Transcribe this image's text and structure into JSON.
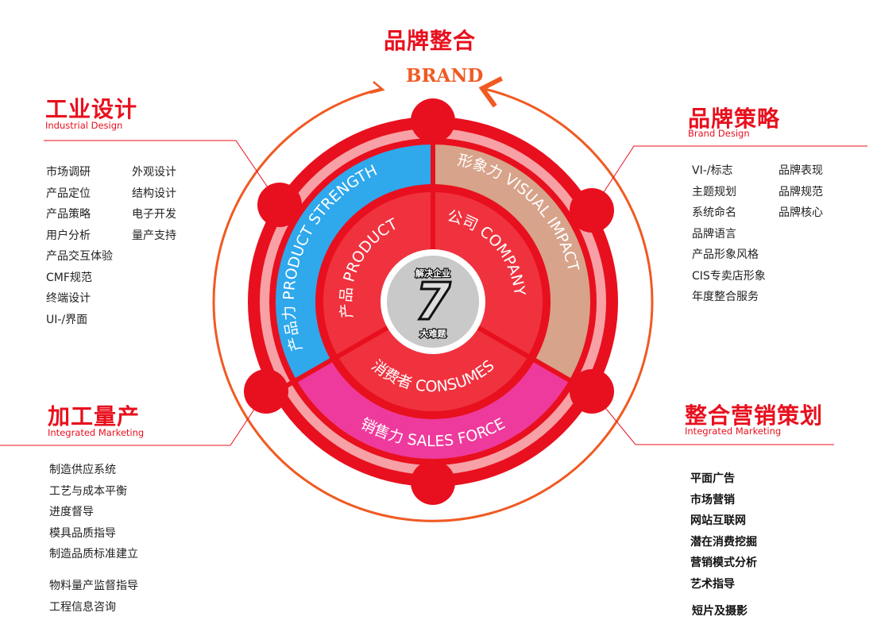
{
  "top": {
    "title": "品牌整合",
    "brand": "BRAND"
  },
  "industrial": {
    "title": "工业设计",
    "subtitle": "Industrial Design",
    "col1": [
      "市场调研",
      "产品定位",
      "产品策略",
      "用户分析",
      "产品交互体验",
      "CMF规范",
      "终端设计",
      "UI-/界面"
    ],
    "col2": [
      "外观设计",
      "结构设计",
      "电子开发",
      "量产支持"
    ]
  },
  "brand_strategy": {
    "title": "品牌策略",
    "subtitle": "Brand Design",
    "col1": [
      "VI-/标志",
      "主题规划",
      "系统命名",
      "品牌语言",
      "产品形象风格",
      "CIS专卖店形象",
      "年度整合服务"
    ],
    "col2": [
      "品牌表现",
      "品牌规范",
      "品牌核心"
    ]
  },
  "production": {
    "title": "加工量产",
    "subtitle": "Integrated Marketing",
    "items": [
      "制造供应系统",
      "工艺与成本平衡",
      "进度督导",
      "模具品质指导",
      "制造品质标准建立"
    ],
    "items2": [
      "物料量产监督指导",
      "工程信息咨询"
    ]
  },
  "marketing": {
    "title": "整合营销策划",
    "subtitle": "Integrated Marketing",
    "items": [
      "平面广告",
      "市场营销",
      "网站互联网",
      "潜在消费挖掘",
      "营销模式分析",
      "艺术指导"
    ],
    "items2": [
      "短片及摄影"
    ]
  },
  "wheel": {
    "outer": {
      "strength": "产品力 PRODUCT STRENGTH",
      "visual": "形象力 VISUAL IMPACT",
      "sales": "销售力 SALES FORCE"
    },
    "inner": {
      "product": "产品 PRODUCT",
      "company": "公司 COMPANY",
      "consumes": "消费者 CONSUMES"
    },
    "center": {
      "number": "7",
      "left": "解决企业",
      "right": "大难题"
    }
  },
  "colors": {
    "red": "#e8101e",
    "pink": "#f7a0a6",
    "blue": "#2fa8ec",
    "tan": "#d7a38a",
    "magenta": "#ee3a9c",
    "inner": "#f0323f",
    "orange": "#f05a22"
  }
}
